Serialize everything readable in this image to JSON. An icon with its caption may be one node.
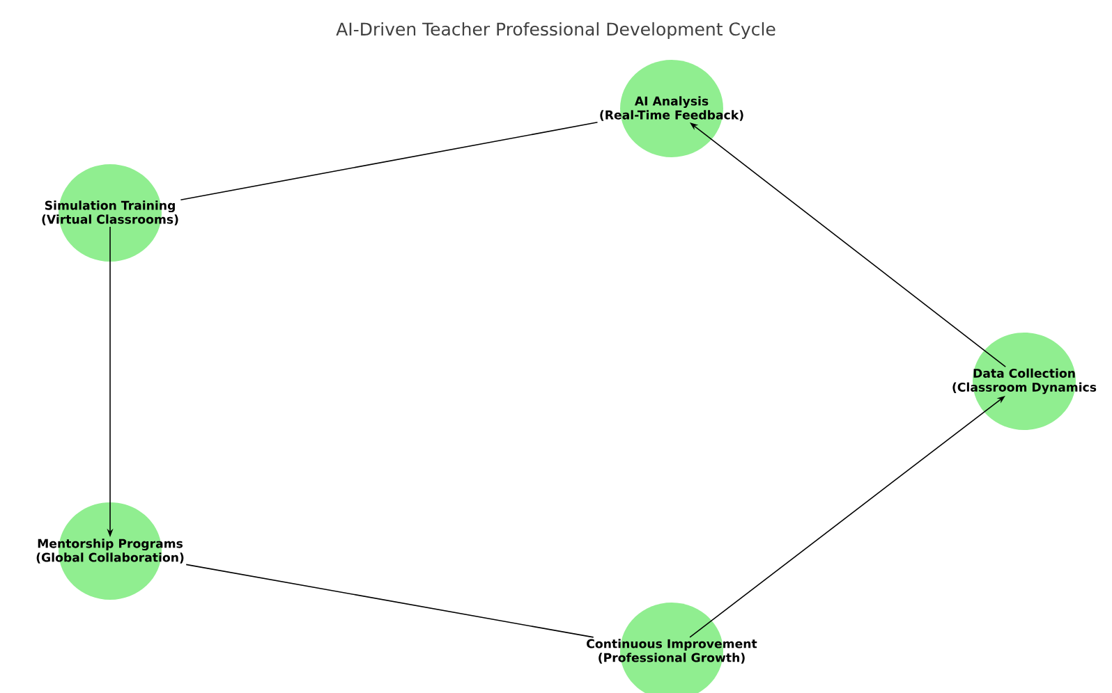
{
  "diagram": {
    "title": "AI-Driven Teacher Professional Development Cycle",
    "nodes": [
      {
        "text": [
          "AI Analysis",
          "(Real-Time Feedback)"
        ]
      },
      {
        "text": [
          "Simulation Training",
          "(Virtual Classrooms)"
        ]
      },
      {
        "text": [
          "Data Collection",
          "(Classroom Dynamics"
        ]
      },
      {
        "text": [
          "Mentorship Programs",
          "(Global Collaboration)"
        ]
      },
      {
        "text": [
          "Continuous Improvement",
          "(Professional Growth)"
        ]
      }
    ],
    "edges": [
      {
        "from": 2,
        "to": 0,
        "arrow": "to"
      },
      {
        "from": 0,
        "to": 1,
        "arrow": "none"
      },
      {
        "from": 1,
        "to": 3,
        "arrow": "to"
      },
      {
        "from": 3,
        "to": 4,
        "arrow": "none"
      },
      {
        "from": 4,
        "to": 2,
        "arrow": "to"
      }
    ]
  }
}
